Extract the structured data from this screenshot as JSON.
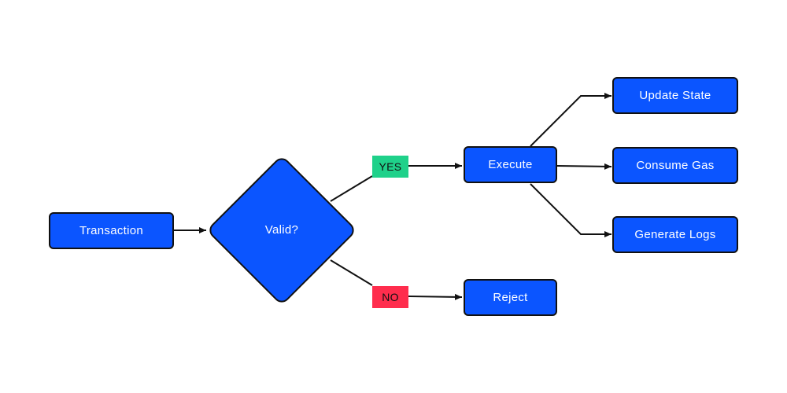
{
  "colors": {
    "node_fill": "#0b55ff",
    "node_border": "#111111",
    "text": "#ffffff",
    "edge": "#111111",
    "yes_tag": "#1fd18a",
    "no_tag": "#ff2d4d"
  },
  "nodes": {
    "transaction": "Transaction",
    "decision": "Valid?",
    "execute": "Execute",
    "reject": "Reject",
    "update_state": "Update State",
    "consume_gas": "Consume Gas",
    "generate_logs": "Generate Logs"
  },
  "labels": {
    "yes": "YES",
    "no": "NO"
  },
  "edges": [
    {
      "from": "Transaction",
      "to": "Valid?"
    },
    {
      "from": "Valid?",
      "to": "Execute",
      "label": "YES"
    },
    {
      "from": "Valid?",
      "to": "Reject",
      "label": "NO"
    },
    {
      "from": "Execute",
      "to": "Update State"
    },
    {
      "from": "Execute",
      "to": "Consume Gas"
    },
    {
      "from": "Execute",
      "to": "Generate Logs"
    }
  ]
}
